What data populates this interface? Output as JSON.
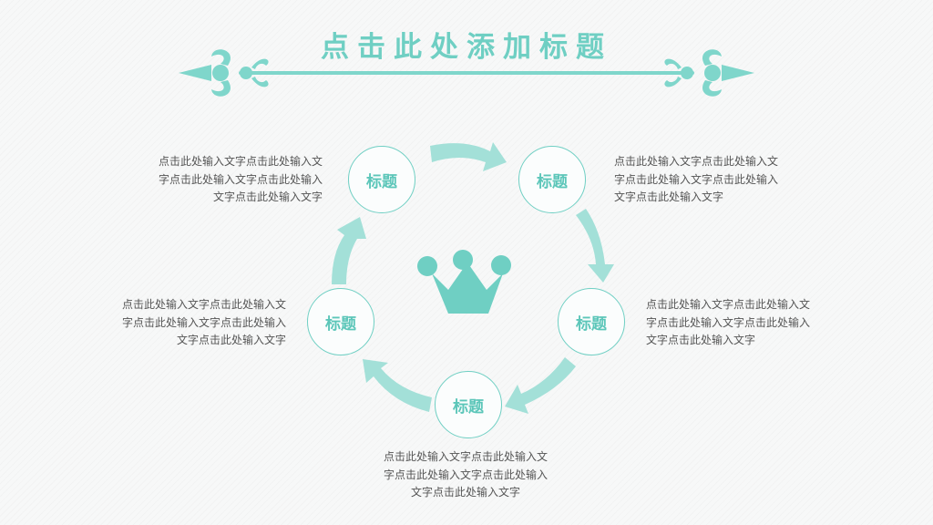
{
  "title": "点击此处添加标题",
  "accent_color": "#6fcfc3",
  "center_icon": "crown-icon",
  "nodes": [
    {
      "label": "标题",
      "text": "点击此处输入文字点击此处输入文\n字点击此处输入文字点击此处输入\n文字点击此处输入文字"
    },
    {
      "label": "标题",
      "text": "点击此处输入文字点击此处输入文\n字点击此处输入文字点击此处输入\n文字点击此处输入文字"
    },
    {
      "label": "标题",
      "text": "点击此处输入文字点击此处输入文\n字点击此处输入文字点击此处输入\n文字点击此处输入文字"
    },
    {
      "label": "标题",
      "text": "点击此处输入文字点击此处输入文\n字点击此处输入文字点击此处输入\n文字点击此处输入文字"
    },
    {
      "label": "标题",
      "text": "点击此处输入文字点击此处输入文\n字点击此处输入文字点击此处输入\n文字点击此处输入文字"
    }
  ]
}
